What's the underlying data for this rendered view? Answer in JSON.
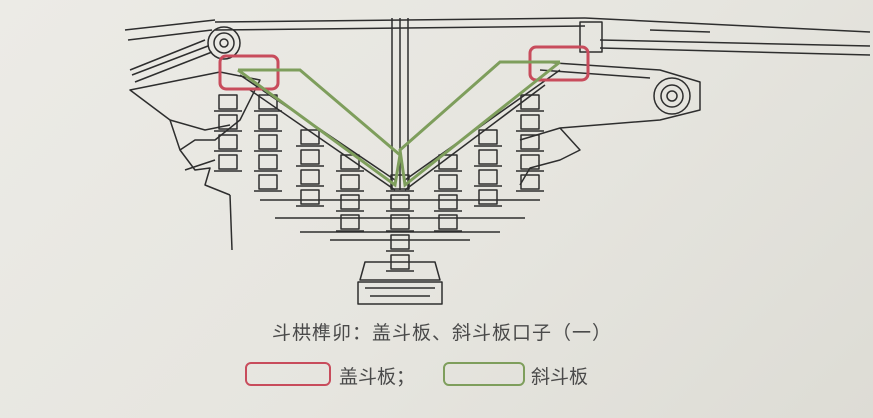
{
  "caption": "斗栱榫卯：盖斗板、斜斗板口子（一）",
  "legend": [
    {
      "label": "盖斗板；",
      "color": "#c84c5c"
    },
    {
      "label": "斜斗板",
      "color": "#7e9e5c"
    }
  ]
}
